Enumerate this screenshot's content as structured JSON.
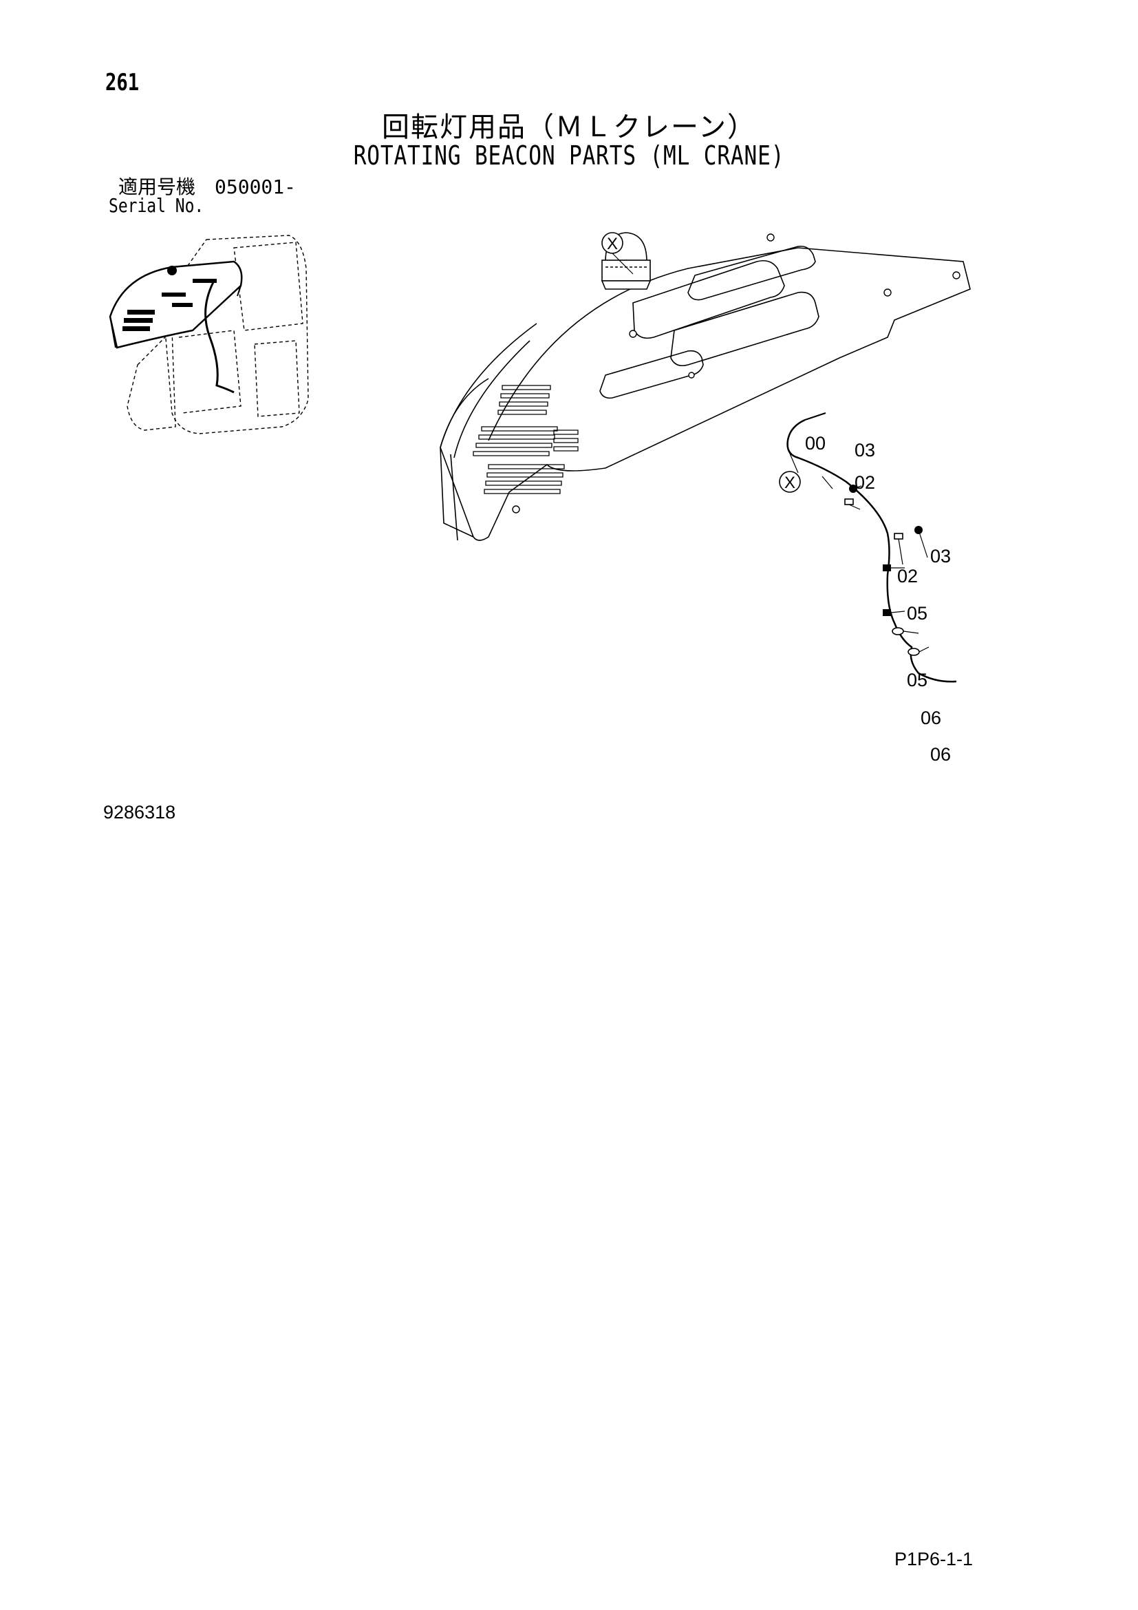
{
  "header": {
    "page_number": "261",
    "title_jp": "回転灯用品（ＭＬクレーン）",
    "title_en": "ROTATING BEACON PARTS (ML CRANE)",
    "serial_jp": "適用号機　050001-",
    "serial_en": "Serial No."
  },
  "diagram": {
    "callouts": [
      {
        "id": "x-top",
        "label": "X"
      },
      {
        "id": "x-cable",
        "label": "X"
      }
    ],
    "part_labels": [
      {
        "id": "p00",
        "label": "00"
      },
      {
        "id": "p03a",
        "label": "03"
      },
      {
        "id": "p02a",
        "label": "02"
      },
      {
        "id": "p03b",
        "label": "03"
      },
      {
        "id": "p02b",
        "label": "02"
      },
      {
        "id": "p05a",
        "label": "05"
      },
      {
        "id": "p05b",
        "label": "05"
      },
      {
        "id": "p06a",
        "label": "06"
      },
      {
        "id": "p06b",
        "label": "06"
      }
    ]
  },
  "footer": {
    "drawing_number": "9286318",
    "page_code": "P1P6-1-1"
  }
}
